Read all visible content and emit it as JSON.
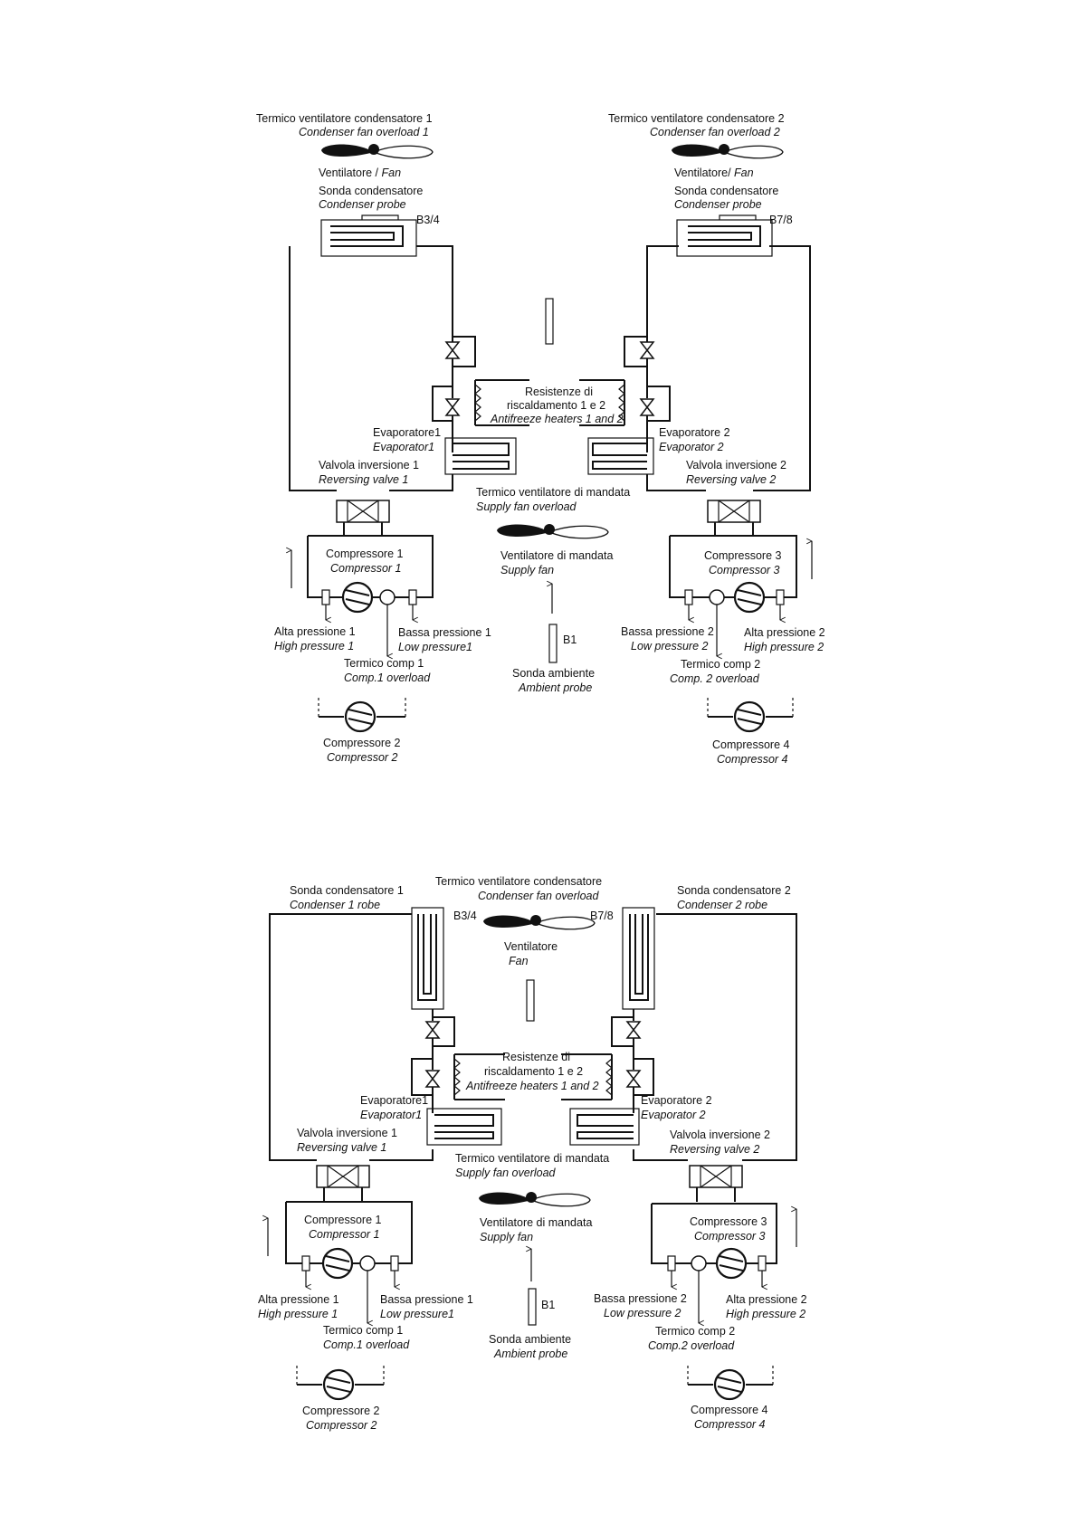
{
  "diagram1": {
    "cond_fan_overload_1_it": "Termico ventilatore condensatore 1",
    "cond_fan_overload_1_en": "Condenser fan overload 1",
    "cond_fan_overload_2_it": "Termico ventilatore condensatore 2",
    "cond_fan_overload_2_en": "Condenser fan overload  2",
    "fan1_it": "Ventilatore / ",
    "fan1_en": "Fan",
    "fan2_it": "Ventilatore/ ",
    "fan2_en": "Fan",
    "cond_probe1_it": "Sonda condensatore",
    "cond_probe1_en": "Condenser probe",
    "cond_probe2_it": "Sonda condensatore",
    "cond_probe2_en": "Condenser probe",
    "b34": "B3/4",
    "b78": "B7/8",
    "heaters_it1": "Resistenze di",
    "heaters_it2": "riscaldamento 1 e 2",
    "heaters_en": "Antifreeze heaters 1 and 2",
    "evap1_it": "Evaporatore1",
    "evap1_en": "Evaporator1",
    "evap2_it": "Evaporatore 2",
    "evap2_en": "Evaporator 2",
    "rv1_it": "Valvola inversione 1",
    "rv1_en": "Reversing valve 1",
    "rv2_it": "Valvola inversione 2",
    "rv2_en": "Reversing valve 2",
    "supply_overload_it": "Termico ventilatore di mandata",
    "supply_overload_en": "Supply fan overload",
    "supply_fan_it": "Ventilatore di mandata",
    "supply_fan_en": "Supply fan",
    "comp1_it": "Compressore 1",
    "comp1_en": "Compressor 1",
    "comp3_it": "Compressore 3",
    "comp3_en": "Compressor 3",
    "hp1_it": "Alta pressione 1",
    "hp1_en": "High pressure 1",
    "lp1_it": "Bassa pressione 1",
    "lp1_en": "Low pressure1",
    "lp2_it": "Bassa pressione 2",
    "lp2_en": "Low pressure 2",
    "hp2_it": "Alta pressione 2",
    "hp2_en": "High pressure 2",
    "b1": "B1",
    "amb_it": "Sonda ambiente",
    "amb_en": "Ambient probe",
    "tc1_it": "Termico comp 1",
    "tc1_en": "Comp.1  overload",
    "tc2_it": "Termico comp 2",
    "tc2_en": "Comp. 2  overload",
    "comp2_it": "Compressore 2",
    "comp2_en": "Compressor 2",
    "comp4_it": "Compressore 4",
    "comp4_en": "Compressor 4"
  },
  "diagram2": {
    "cond_probe1_it": "Sonda condensatore 1",
    "cond_probe1_en": "Condenser 1    robe",
    "cond_fan_overload_it": "Termico ventilatore condensatore",
    "cond_fan_overload_en": "Condenser fan overload",
    "cond_probe2_it": "Sonda condensatore 2",
    "cond_probe2_en": "Condenser 2    robe",
    "b34": "B3/4",
    "b78": "B7/8",
    "fan_it": "Ventilatore",
    "fan_en": "Fan",
    "heaters_it1": "Resistenze di",
    "heaters_it2": "riscaldamento 1 e 2",
    "heaters_en": "Antifreeze heaters 1 and 2",
    "evap1_it": "Evaporatore1",
    "evap1_en": "Evaporator1",
    "evap2_it": "Evaporatore 2",
    "evap2_en": "Evaporator 2",
    "rv1_it": "Valvola inversione 1",
    "rv1_en": "Reversing valve 1",
    "rv2_it": "Valvola inversione 2",
    "rv2_en": "Reversing valve 2",
    "supply_overload_it": "Termico ventilatore di mandata",
    "supply_overload_en": "Supply fan overload",
    "supply_fan_it": "Ventilatore di mandata",
    "supply_fan_en": "Supply fan",
    "comp1_it": "Compressore 1",
    "comp1_en": "Compressor 1",
    "comp3_it": "Compressore 3",
    "comp3_en": "Compressor 3",
    "hp1_it": "Alta pressione 1",
    "hp1_en": "High pressure 1",
    "lp1_it": "Bassa pressione 1",
    "lp1_en": "Low pressure1",
    "lp2_it": "Bassa pressione 2",
    "lp2_en": "Low pressure 2",
    "hp2_it": "Alta pressione 2",
    "hp2_en": "High pressure 2",
    "b1": "B1",
    "amb_it": "Sonda ambiente",
    "amb_en": "Ambient probe",
    "tc1_it": "Termico comp 1",
    "tc1_en": "Comp.1  overload",
    "tc2_it": "Termico comp 2",
    "tc2_en": "Comp.2   overload",
    "comp2_it": "Compressore 2",
    "comp2_en": "Compressor 2",
    "comp4_it": "Compressore 4",
    "comp4_en": "Compressor 4"
  }
}
